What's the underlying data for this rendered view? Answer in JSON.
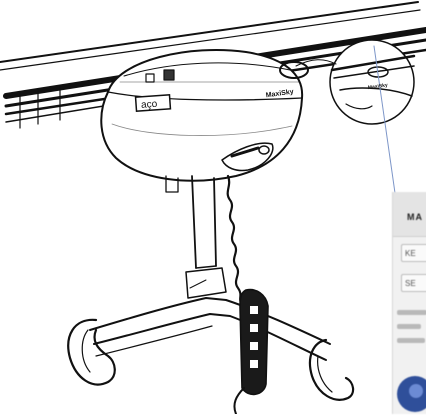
{
  "device": {
    "brand_label": "aço",
    "housing_text": "MaxiSky",
    "detail_text": "MaxiSky"
  },
  "side_panel": {
    "header_text": "MA",
    "field_1": "KE",
    "field_2": "SE"
  },
  "colors": {
    "line": "#111111",
    "callout": "#7d96c8",
    "badge": "#2f4f9a"
  }
}
